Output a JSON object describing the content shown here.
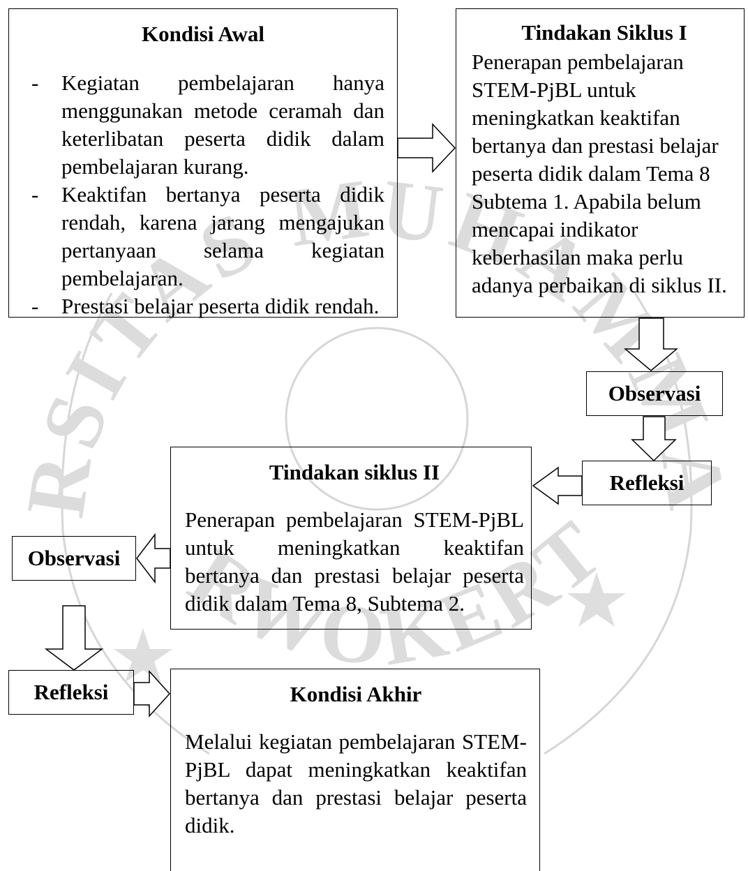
{
  "kondisi_awal": {
    "title": "Kondisi Awal",
    "items": [
      "Kegiatan pembelajaran hanya menggunakan metode ceramah dan keterlibatan peserta didik dalam pembelajaran kurang.",
      "Keaktifan bertanya peserta didik rendah, karena jarang mengajukan pertanyaan selama kegiatan pembelajaran.",
      "Prestasi belajar peserta didik rendah."
    ]
  },
  "siklus_1": {
    "title": "Tindakan Siklus I",
    "lines": [
      "Penerapan pembelajaran",
      "STEM-PjBL untuk",
      "meningkatkan keaktifan",
      "bertanya dan prestasi belajar",
      "peserta didik dalam Tema 8",
      "Subtema 1. Apabila belum",
      "mencapai indikator",
      "keberhasilan maka perlu",
      "adanya perbaikan di siklus II."
    ]
  },
  "observasi_1": {
    "label": "Observasi"
  },
  "refleksi_1": {
    "label": "Refleksi"
  },
  "siklus_2": {
    "title": "Tindakan siklus II",
    "body": "Penerapan pembelajaran STEM-PjBL untuk meningkatkan keaktifan bertanya dan prestasi belajar peserta didik dalam Tema 8, Subtema 2."
  },
  "observasi_2": {
    "label": "Observasi"
  },
  "refleksi_2": {
    "label": "Refleksi"
  },
  "kondisi_akhir": {
    "title": "Kondisi Akhir",
    "body": "Melalui kegiatan pembelajaran STEM-PjBL dapat meningkatkan keaktifan bertanya dan prestasi belajar peserta didik."
  },
  "watermark": {
    "text_top": "UNIVERSITAS MUHAMMADIYAH",
    "text_bottom": "PURWOKERTO",
    "color": "#cfcfcf"
  }
}
